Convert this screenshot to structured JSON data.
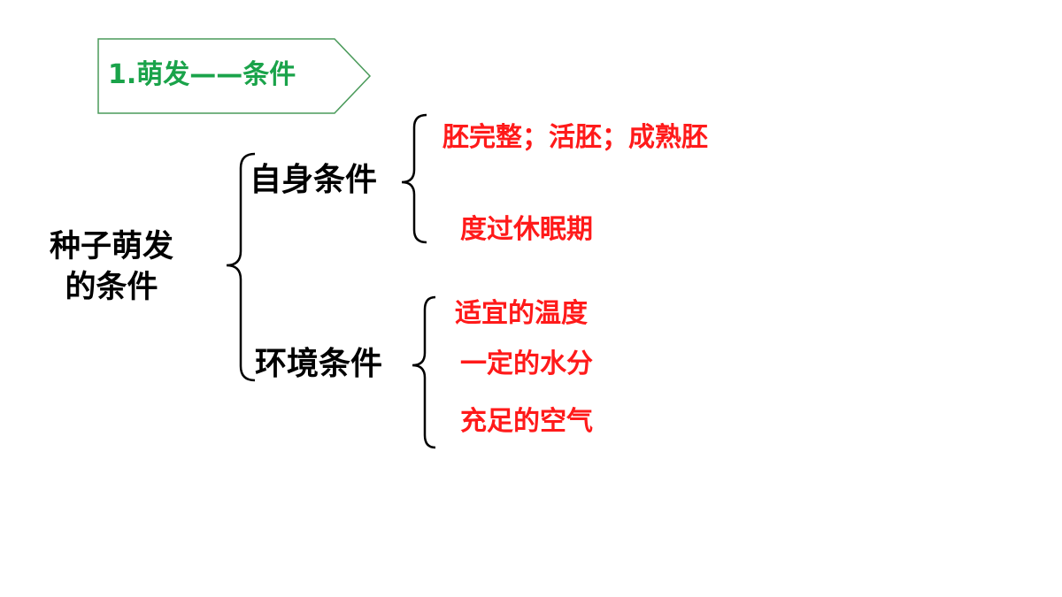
{
  "title": "1.萌发——条件",
  "root": {
    "line1": "种子萌发",
    "line2": "的条件"
  },
  "branches": [
    {
      "label": "自身条件",
      "items": [
        "胚完整；活胚；成熟胚",
        "度过休眠期"
      ]
    },
    {
      "label": "环境条件",
      "items": [
        "适宜的温度",
        "一定的水分",
        "充足的空气"
      ]
    }
  ],
  "colors": {
    "title": "#1aa34a",
    "items": "#ff1a1a",
    "text": "#000000",
    "tag_border": "#4a9a5a"
  }
}
